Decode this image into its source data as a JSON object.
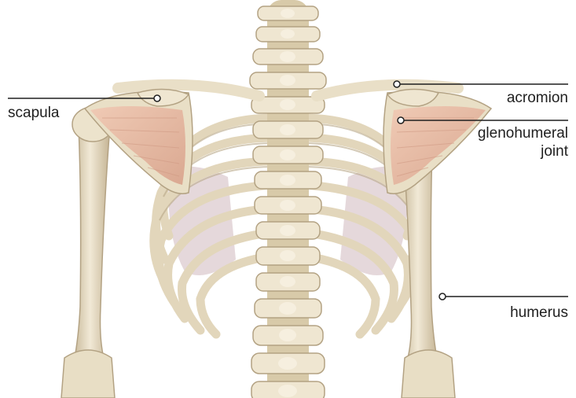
{
  "labels": {
    "scapula": "scapula",
    "acromion": "acromion",
    "glenohumeral_line1": "glenohumeral",
    "glenohumeral_line2": "joint",
    "humerus": "humerus"
  },
  "colors": {
    "background": "#ffffff",
    "bone": "#e6dcc4",
    "bone_shadow": "#b8a98a",
    "muscle": "#e3b49f",
    "cartilage": "#d7c3c6",
    "leader_line": "#1f1f1f"
  }
}
